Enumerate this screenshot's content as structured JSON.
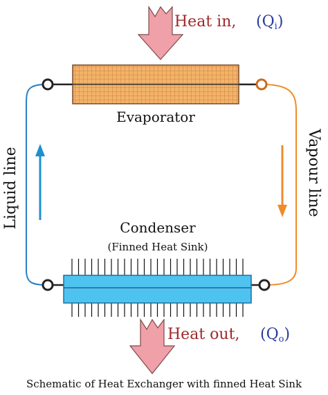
{
  "heat_in": {
    "label": "Heat in,",
    "symbol": "Q",
    "subscript": "i"
  },
  "heat_out": {
    "label": "Heat out,",
    "symbol": "Q",
    "subscript": "o"
  },
  "evaporator": {
    "label": "Evaporator"
  },
  "condenser": {
    "label": "Condenser",
    "sublabel": "(Finned Heat Sink)"
  },
  "liquid_line": {
    "label": "Liquid line"
  },
  "vapour_line": {
    "label": "Vapour line"
  },
  "caption": "Schematic of Heat Exchanger with finned Heat Sink",
  "colors": {
    "arrow_fill": "#f0a0a8",
    "arrow_stroke": "#7a4a4a",
    "evaporator_fill": "#f2b36a",
    "evaporator_grid": "#c9762c",
    "condenser_fill": "#4fc3f0",
    "condenser_stroke": "#1a6fa0",
    "liquid_line": "#2a7fc0",
    "vapour_line": "#f08a2a",
    "heat_text": "#a0282a",
    "q_text": "#2a3aa0"
  }
}
